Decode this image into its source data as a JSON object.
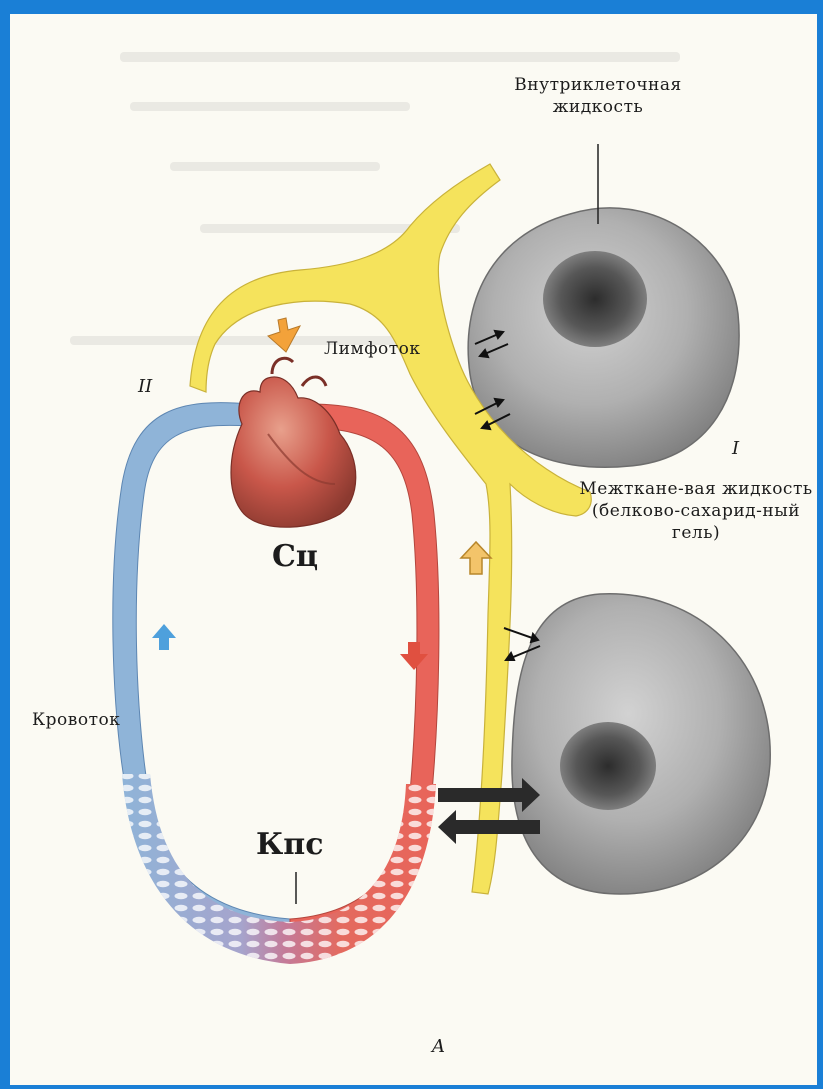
{
  "labels": {
    "intracellular": "Внутриклеточная жидкость",
    "lymph_flow": "Лимфоток",
    "interstitial": "Межткане-вая жидкость (белково-сахарид-ный гель)",
    "blood_flow": "Кровоток",
    "heart": "Сц",
    "capillaries": "Кпс",
    "roman_two": "II",
    "roman_one": "I",
    "figure_letter": "A"
  },
  "colors": {
    "frame_border": "#1a7fd6",
    "lymph": "#f5e35c",
    "venous": "#8fb4d8",
    "arterial": "#e8645a",
    "heart": "#c9574a",
    "cell": "#9c9c9c",
    "nucleus": "#3e3e3e"
  }
}
